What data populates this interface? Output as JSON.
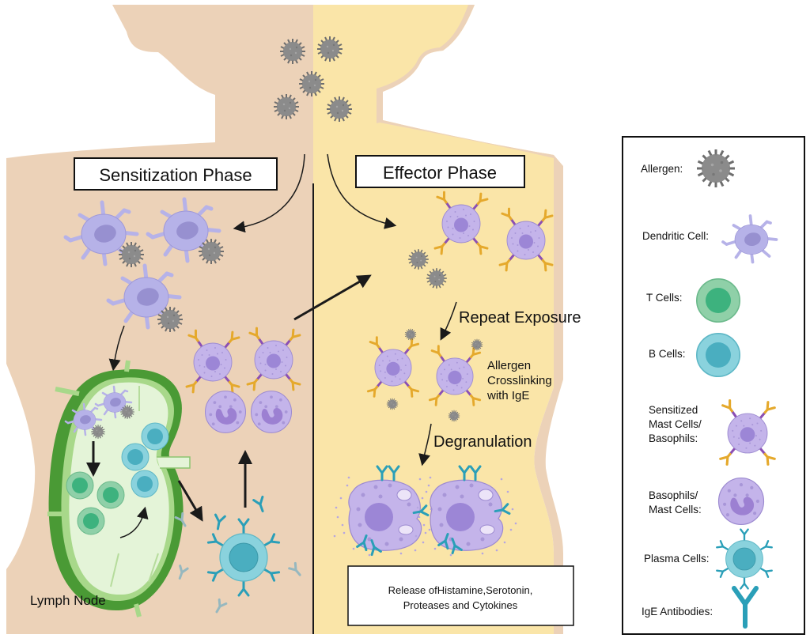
{
  "colors": {
    "sensitization_bg": "#ecd2b8",
    "effector_bg": "#fae5a8",
    "allergen": "#8a8a8a",
    "dendritic_cell": "#b6b2e8",
    "dendritic_nucleus": "#9790d0",
    "t_cell_outer": "#8fd0a8",
    "t_cell_inner": "#3db27e",
    "b_cell_outer": "#8ad2dd",
    "b_cell_inner": "#4aaec0",
    "mast_cell": "#c4b4ea",
    "mast_nucleus": "#9c86d6",
    "ige_antibody": "#2a9fb8",
    "receptor_ige": "#e5a92c",
    "receptor_stem": "#8b4fb4",
    "lymph_node_outer": "#4a9a35",
    "lymph_node_inner": "#e4f4d8",
    "arrow": "#1a1a1a"
  },
  "phases": {
    "sensitization": "Sensitization Phase",
    "effector": "Effector Phase"
  },
  "steps": {
    "repeat_exposure": "Repeat Exposure",
    "crosslinking_line1": "Allergen",
    "crosslinking_line2": "Crosslinking",
    "crosslinking_line3": "with IgE",
    "degranulation": "Degranulation"
  },
  "lymph_node_label": "Lymph Node",
  "release_box": {
    "line1": "Release ofHistamine,Serotonin,",
    "line2": "Proteases and Cytokines"
  },
  "legend": {
    "items": [
      {
        "icon": "allergen-icon",
        "label": "Allergen:"
      },
      {
        "icon": "dendritic-cell-icon",
        "label": "Dendritic Cell:"
      },
      {
        "icon": "t-cell-icon",
        "label": "T Cells:"
      },
      {
        "icon": "b-cell-icon",
        "label": "B Cells:"
      },
      {
        "icon": "sensitized-mast-cell-icon",
        "label_lines": [
          "Sensitized",
          "Mast Cells/",
          "Basophils:"
        ]
      },
      {
        "icon": "basophil-icon",
        "label_lines": [
          "Basophils/",
          "Mast Cells:"
        ]
      },
      {
        "icon": "plasma-cell-icon",
        "label": "Plasma Cells:"
      },
      {
        "icon": "ige-antibody-icon",
        "label": "IgE Antibodies:"
      }
    ]
  }
}
